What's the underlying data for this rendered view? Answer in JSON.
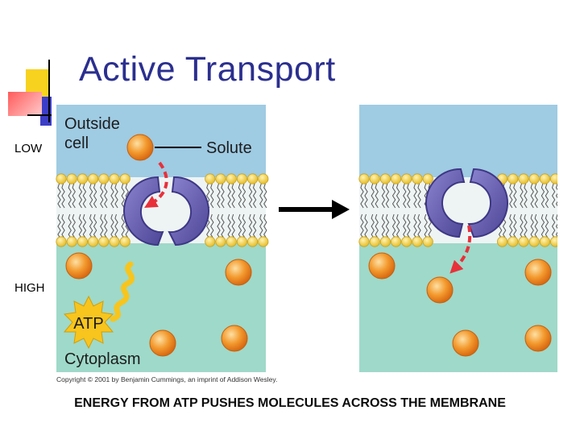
{
  "slide": {
    "title": "Active Transport",
    "caption": "ENERGY FROM ATP PUSHES MOLECULES ACROSS THE MEMBRANE"
  },
  "side_labels": {
    "low": "LOW",
    "high": "HIGH"
  },
  "figure": {
    "outside_label_line1": "Outside",
    "outside_label_line2": "cell",
    "solute_label": "Solute",
    "atp_label": "ATP",
    "cytoplasm_label": "Cytoplasm",
    "copyright": "Copyright © 2001 by Benjamin Cummings, an imprint of Addison Wesley."
  },
  "colors": {
    "title": "#2b2f8f",
    "outside": "#9fcbe3",
    "cytoplasm": "#9fd9c9",
    "protein": "#6a62b2",
    "solute": "#f08a24",
    "atp_burst": "#f7c51e",
    "arrow": "#e8303a",
    "lipid_head": "#f2d24a"
  }
}
